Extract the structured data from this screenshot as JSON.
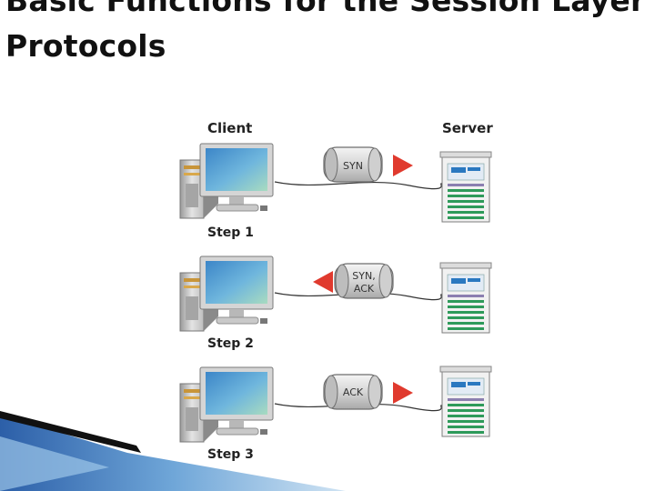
{
  "slide": {
    "title_line1": "Basic Functions for the Session Layer",
    "title_line2": "Protocols"
  },
  "diagram": {
    "client_label": "Client",
    "server_label": "Server",
    "steps": [
      {
        "label": "Step 1",
        "capsule_lines": [
          "SYN"
        ],
        "arrow": "right"
      },
      {
        "label": "Step 2",
        "capsule_lines": [
          "SYN,",
          "ACK"
        ],
        "arrow": "left"
      },
      {
        "label": "Step 3",
        "capsule_lines": [
          "ACK"
        ],
        "arrow": "right"
      }
    ]
  },
  "colors": {
    "arrow": "#e03a2e",
    "screen": "#5aa3d6",
    "server_green": "#2e9a5a",
    "corner_blue": "#3b6fb5"
  }
}
